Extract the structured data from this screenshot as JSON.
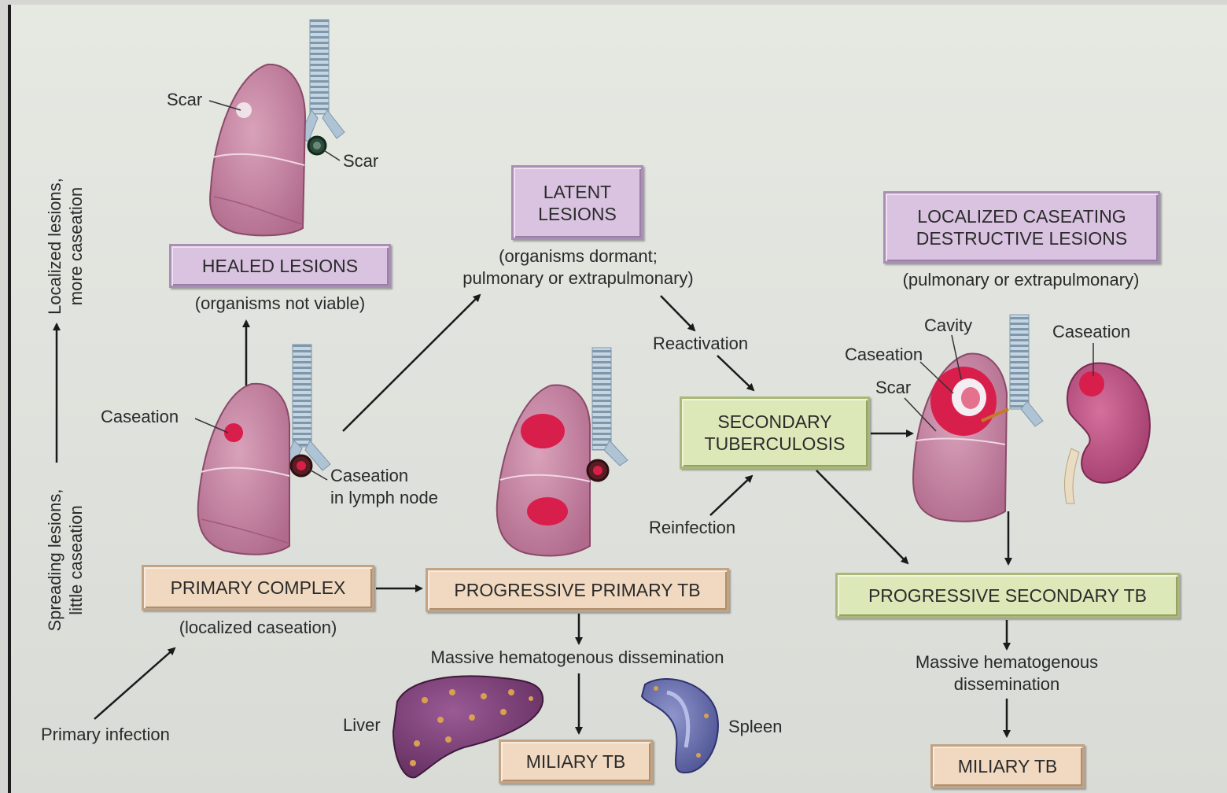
{
  "axis": {
    "top": [
      "Localized lesions,",
      "more caseation"
    ],
    "bottom": [
      "Spreading lesions,",
      "little caseation"
    ]
  },
  "boxes": {
    "healed": "HEALED LESIONS",
    "latent": [
      "LATENT",
      "LESIONS"
    ],
    "localized": [
      "LOCALIZED CASEATING",
      "DESTRUCTIVE LESIONS"
    ],
    "primary_complex": "PRIMARY COMPLEX",
    "progressive_primary": "PROGRESSIVE PRIMARY TB",
    "secondary": [
      "SECONDARY",
      "TUBERCULOSIS"
    ],
    "progressive_secondary": "PROGRESSIVE SECONDARY TB",
    "miliary_left": "MILIARY TB",
    "miliary_right": "MILIARY TB"
  },
  "notes": {
    "healed_sub": "(organisms not viable)",
    "latent_sub": [
      "(organisms dormant;",
      "pulmonary or extrapulmonary)"
    ],
    "localized_sub": "(pulmonary or extrapulmonary)",
    "primary_sub": "(localized caseation)",
    "reactivation": "Reactivation",
    "reinfection": "Reinfection",
    "primary_infection": "Primary infection",
    "massive_left": "Massive hematogenous dissemination",
    "massive_right": [
      "Massive hematogenous",
      "dissemination"
    ]
  },
  "labels": {
    "scar_top_left": "Scar",
    "scar_top_node": "Scar",
    "caseation_primary": "Caseation",
    "caseation_node": [
      "Caseation",
      "in lymph node"
    ],
    "cavity": "Cavity",
    "caseation_secondary": "Caseation",
    "scar_secondary": "Scar",
    "caseation_kidney": "Caseation",
    "liver": "Liver",
    "spleen": "Spleen"
  },
  "colors": {
    "lung": "#c98aa5",
    "lesion": "#d81e4a",
    "trachea": "#b8cbd8",
    "liver": "#7a3b73",
    "spleen": "#5a5fa0",
    "kidney": "#b8487a"
  }
}
